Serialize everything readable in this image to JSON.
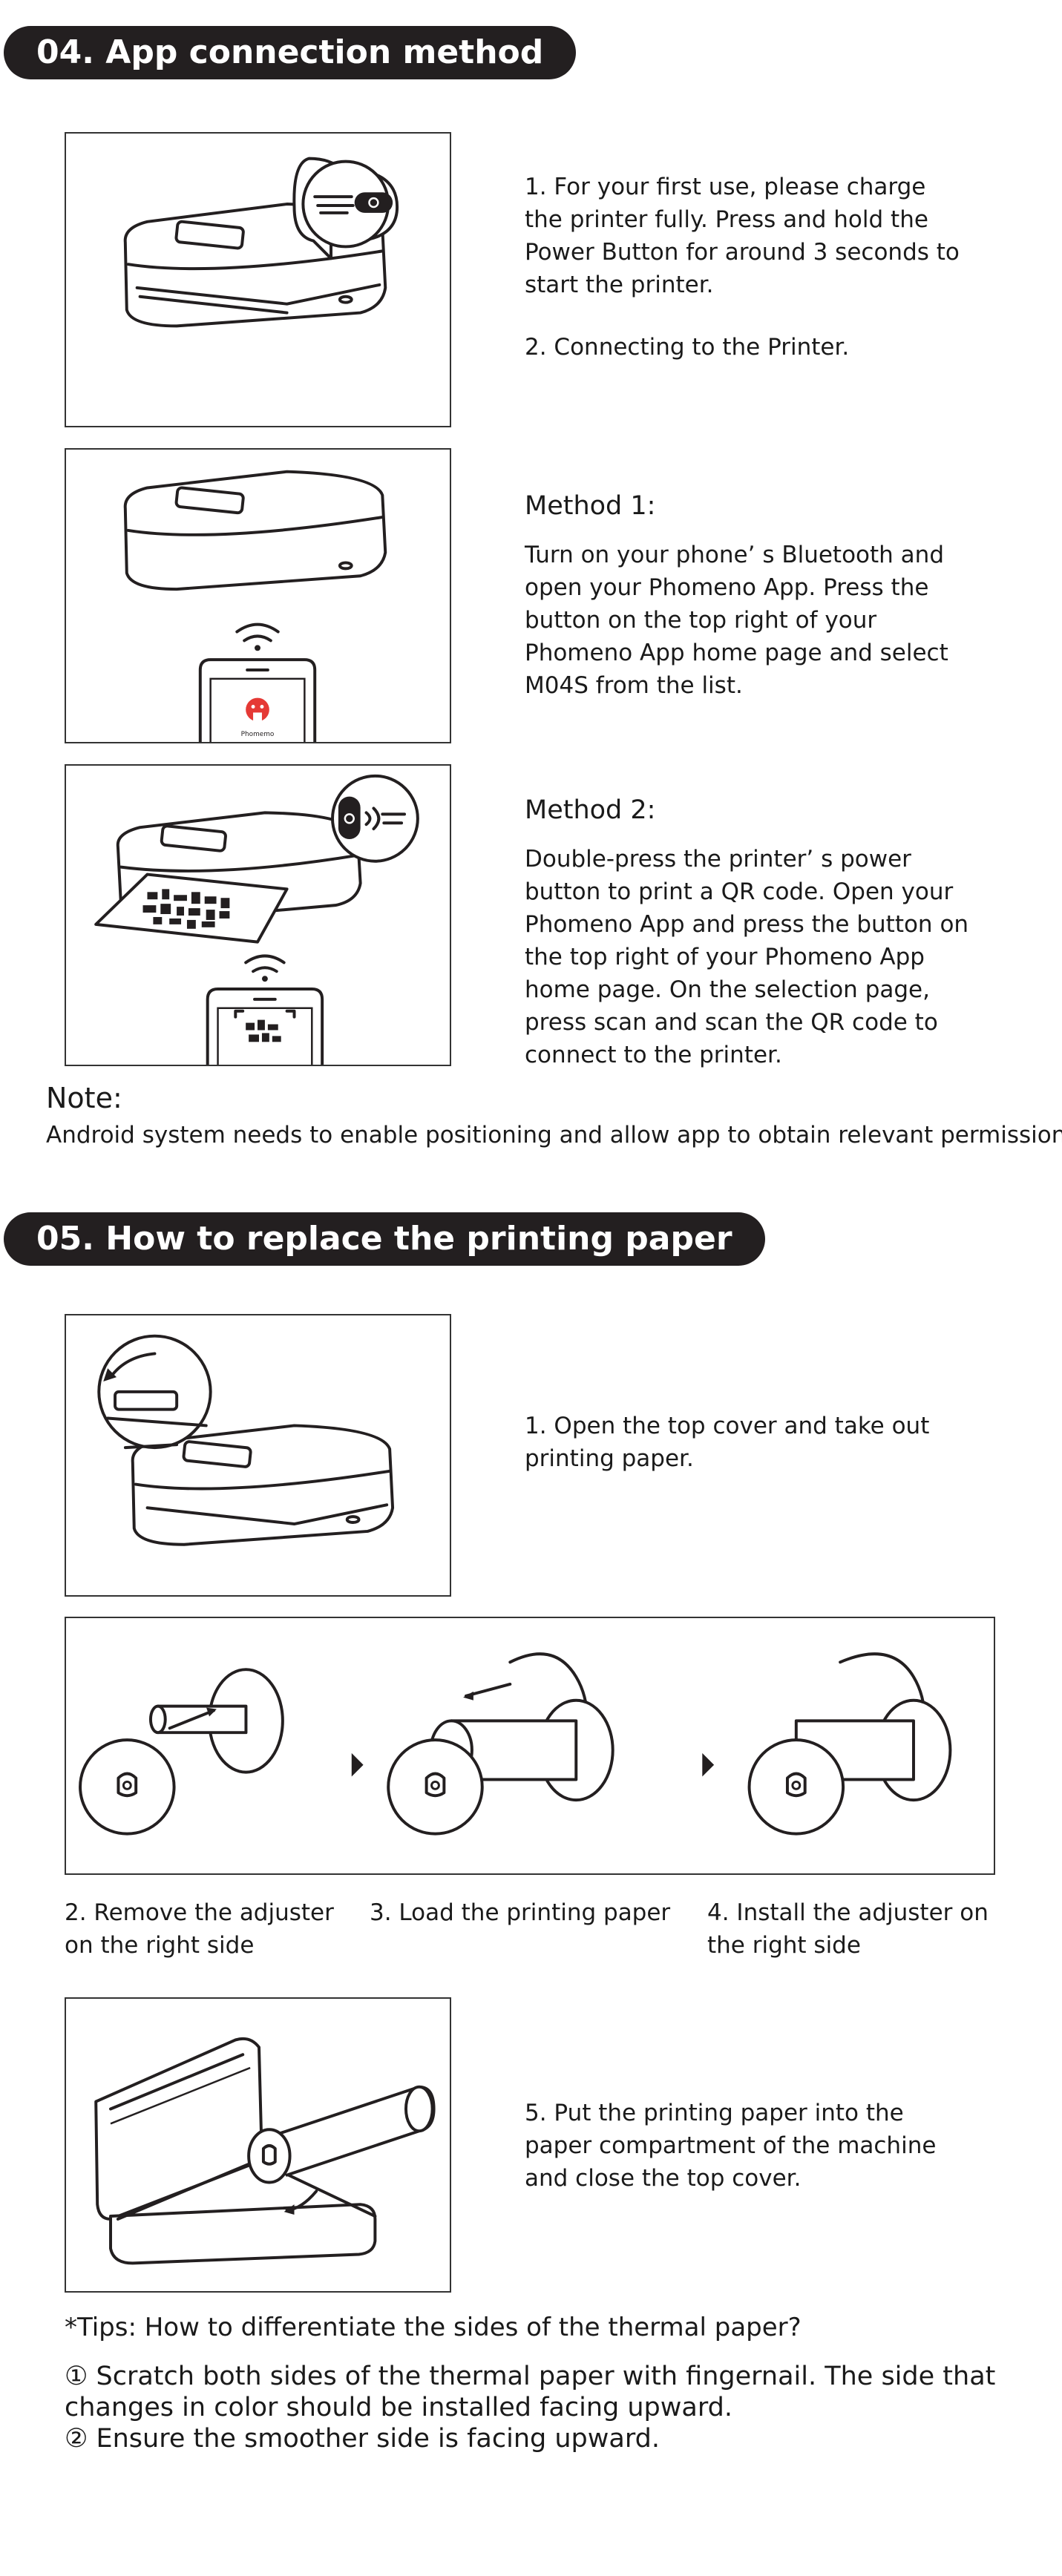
{
  "section4": {
    "title": "04. App connection method",
    "step1": "1. For your first use, please charge the printer fully. Press and hold the Power Button for around 3 seconds to start the printer.",
    "step2": "2. Connecting to the Printer.",
    "method1_title": "Method 1:",
    "method1_text": " Turn on your phone’ s Bluetooth and open your Phomeno App. Press the button on the top right of your Phomeno App home page and select M04S from the list.",
    "method2_title": "Method 2:",
    "method2_text": "Double-press the printer’ s power button to print a QR code. Open your Phomeno App and press the button on the top right of your Phomeno App home page. On the selection page, press scan and scan the QR code to connect to the printer.",
    "phone_brand": "Phomemo",
    "note_title": "Note:",
    "note_text": "Android system needs to enable positioning and allow app to obtain relevant permissions."
  },
  "section5": {
    "title": "05. How to replace the printing paper",
    "step1": "1. Open the top cover and take out printing paper.",
    "step2": " 2. Remove the adjuster on the right side",
    "step3": "3. Load the printing paper",
    "step4": "4. Install the adjuster on the right side",
    "step5": "5. Put the printing paper into the paper compartment of the machine and close the top cover.",
    "tips_title": "*Tips: How to differentiate the sides of the thermal paper?",
    "tip1": "① Scratch both sides of the thermal paper with fingernail. The side that changes in color should be installed facing upward.",
    "tip2": "② Ensure the smoother side is facing upward."
  },
  "colors": {
    "pill_bg": "#231f20",
    "text": "#1a1a1a",
    "brand_red": "#e53935"
  }
}
